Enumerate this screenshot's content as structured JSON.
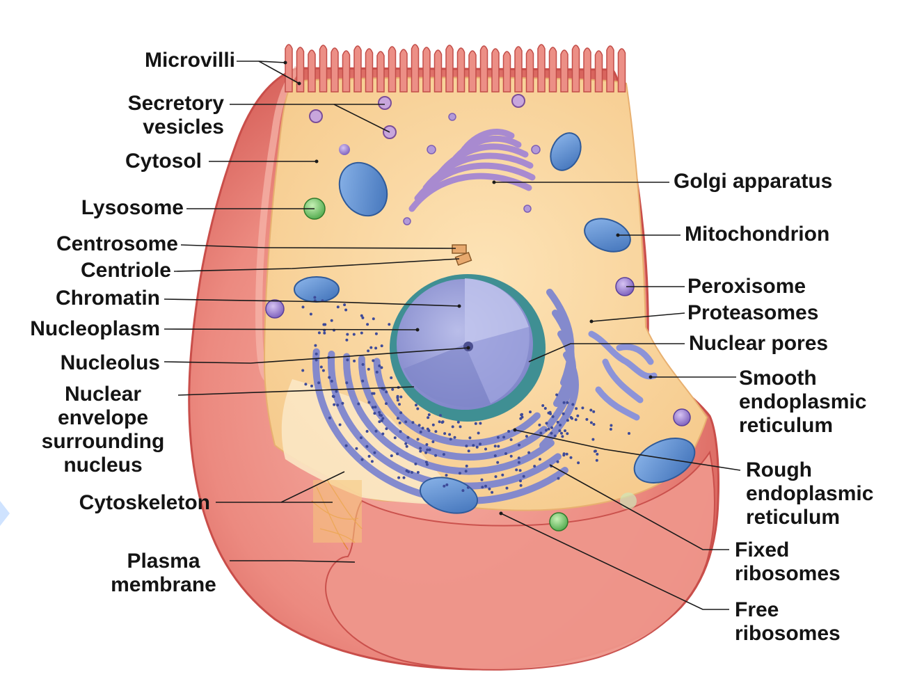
{
  "diagram": {
    "labels_left": [
      {
        "id": "microvilli",
        "lines": [
          "Microvilli"
        ]
      },
      {
        "id": "secretory_vesicles",
        "lines": [
          "Secretory",
          "vesicles"
        ]
      },
      {
        "id": "cytosol",
        "lines": [
          "Cytosol"
        ]
      },
      {
        "id": "lysosome",
        "lines": [
          "Lysosome"
        ]
      },
      {
        "id": "centrosome",
        "lines": [
          "Centrosome"
        ]
      },
      {
        "id": "centriole",
        "lines": [
          "Centriole"
        ]
      },
      {
        "id": "chromatin",
        "lines": [
          "Chromatin"
        ]
      },
      {
        "id": "nucleoplasm",
        "lines": [
          "Nucleoplasm"
        ]
      },
      {
        "id": "nucleolus",
        "lines": [
          "Nucleolus"
        ]
      },
      {
        "id": "nuclear_envelope",
        "lines": [
          "Nuclear",
          "envelope",
          "surrounding",
          "nucleus"
        ]
      },
      {
        "id": "cytoskeleton",
        "lines": [
          "Cytoskeleton"
        ]
      },
      {
        "id": "plasma_membrane",
        "lines": [
          "Plasma",
          "membrane"
        ]
      }
    ],
    "labels_right": [
      {
        "id": "golgi",
        "lines": [
          "Golgi apparatus"
        ]
      },
      {
        "id": "mitochondrion",
        "lines": [
          "Mitochondrion"
        ]
      },
      {
        "id": "peroxisome",
        "lines": [
          "Peroxisome"
        ]
      },
      {
        "id": "proteasomes",
        "lines": [
          "Proteasomes"
        ]
      },
      {
        "id": "nuclear_pores",
        "lines": [
          "Nuclear pores"
        ]
      },
      {
        "id": "smooth_er",
        "lines": [
          "Smooth",
          "endoplasmic",
          "reticulum"
        ]
      },
      {
        "id": "rough_er",
        "lines": [
          "Rough",
          "endoplasmic",
          "reticulum"
        ]
      },
      {
        "id": "fixed_ribosomes",
        "lines": [
          "Fixed",
          "ribosomes"
        ]
      },
      {
        "id": "free_ribosomes",
        "lines": [
          "Free",
          "ribosomes"
        ]
      }
    ],
    "colors": {
      "membrane": "#e87a72",
      "membrane_light": "#f4a99e",
      "cytosol": "#f9d6a0",
      "nucleus": "#8a8fd0",
      "nuclear_envelope": "#3f8f93",
      "er": "#8b93d6",
      "golgi": "#a88ad0",
      "mitochondrion": "#5b8fd1",
      "lysosome": "#6fc06a",
      "peroxisome": "#8a6fc6"
    }
  }
}
